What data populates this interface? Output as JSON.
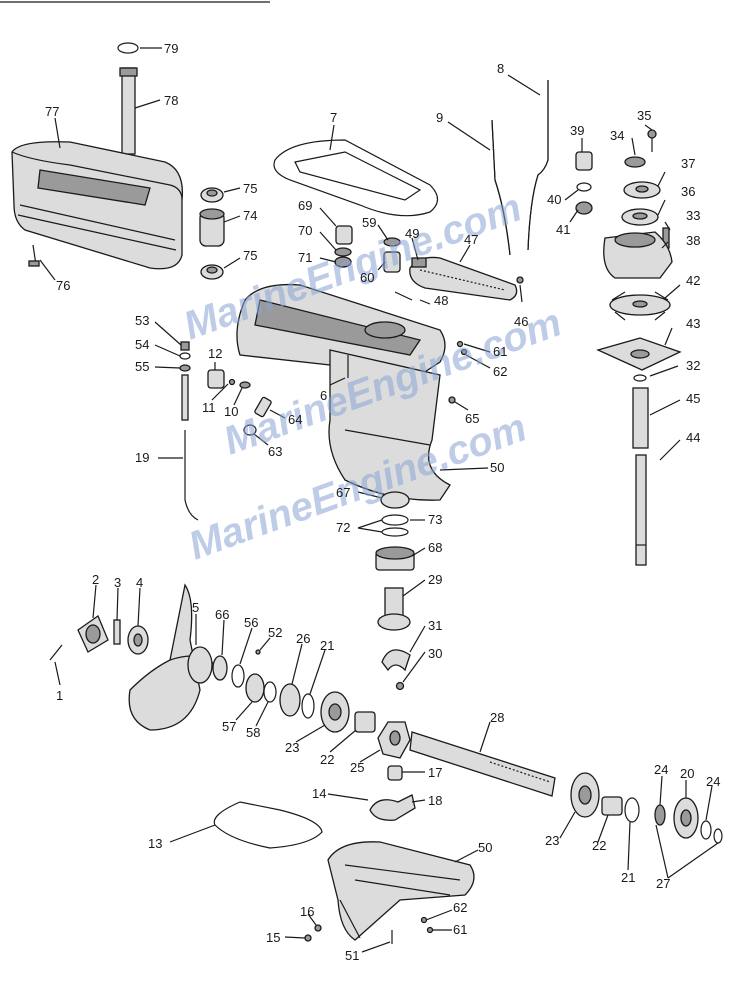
{
  "watermark": {
    "text": "MarineEngine.com",
    "color": "#8aa4d6"
  },
  "callouts": [
    {
      "id": "c79",
      "text": "79"
    },
    {
      "id": "c78",
      "text": "78"
    },
    {
      "id": "c77",
      "text": "77"
    },
    {
      "id": "c76",
      "text": "76"
    },
    {
      "id": "c75a",
      "text": "75"
    },
    {
      "id": "c74",
      "text": "74"
    },
    {
      "id": "c75b",
      "text": "75"
    },
    {
      "id": "c7",
      "text": "7"
    },
    {
      "id": "c69",
      "text": "69"
    },
    {
      "id": "c70",
      "text": "70"
    },
    {
      "id": "c71",
      "text": "71"
    },
    {
      "id": "c59",
      "text": "59"
    },
    {
      "id": "c49",
      "text": "49"
    },
    {
      "id": "c60",
      "text": "60"
    },
    {
      "id": "c8",
      "text": "8"
    },
    {
      "id": "c9",
      "text": "9"
    },
    {
      "id": "c47",
      "text": "47"
    },
    {
      "id": "c48",
      "text": "48"
    },
    {
      "id": "c46",
      "text": "46"
    },
    {
      "id": "c39",
      "text": "39"
    },
    {
      "id": "c40",
      "text": "40"
    },
    {
      "id": "c41",
      "text": "41"
    },
    {
      "id": "c35",
      "text": "35"
    },
    {
      "id": "c34",
      "text": "34"
    },
    {
      "id": "c37",
      "text": "37"
    },
    {
      "id": "c36",
      "text": "36"
    },
    {
      "id": "c33",
      "text": "33"
    },
    {
      "id": "c38",
      "text": "38"
    },
    {
      "id": "c42",
      "text": "42"
    },
    {
      "id": "c43",
      "text": "43"
    },
    {
      "id": "c32",
      "text": "32"
    },
    {
      "id": "c45",
      "text": "45"
    },
    {
      "id": "c44",
      "text": "44"
    },
    {
      "id": "c53",
      "text": "53"
    },
    {
      "id": "c54",
      "text": "54"
    },
    {
      "id": "c55",
      "text": "55"
    },
    {
      "id": "c12",
      "text": "12"
    },
    {
      "id": "c11",
      "text": "11"
    },
    {
      "id": "c10",
      "text": "10"
    },
    {
      "id": "c6",
      "text": "6"
    },
    {
      "id": "c64",
      "text": "64"
    },
    {
      "id": "c63",
      "text": "63"
    },
    {
      "id": "c61a",
      "text": "61"
    },
    {
      "id": "c62a",
      "text": "62"
    },
    {
      "id": "c65",
      "text": "65"
    },
    {
      "id": "c19",
      "text": "19"
    },
    {
      "id": "c50a",
      "text": "50"
    },
    {
      "id": "c67",
      "text": "67"
    },
    {
      "id": "c73",
      "text": "73"
    },
    {
      "id": "c72",
      "text": "72"
    },
    {
      "id": "c68",
      "text": "68"
    },
    {
      "id": "c29",
      "text": "29"
    },
    {
      "id": "c31",
      "text": "31"
    },
    {
      "id": "c30",
      "text": "30"
    },
    {
      "id": "c2",
      "text": "2"
    },
    {
      "id": "c3",
      "text": "3"
    },
    {
      "id": "c4",
      "text": "4"
    },
    {
      "id": "c5",
      "text": "5"
    },
    {
      "id": "c66",
      "text": "66"
    },
    {
      "id": "c56",
      "text": "56"
    },
    {
      "id": "c52",
      "text": "52"
    },
    {
      "id": "c26",
      "text": "26"
    },
    {
      "id": "c21a",
      "text": "21"
    },
    {
      "id": "c1",
      "text": "1"
    },
    {
      "id": "c57",
      "text": "57"
    },
    {
      "id": "c58",
      "text": "58"
    },
    {
      "id": "c23a",
      "text": "23"
    },
    {
      "id": "c22a",
      "text": "22"
    },
    {
      "id": "c25",
      "text": "25"
    },
    {
      "id": "c28",
      "text": "28"
    },
    {
      "id": "c17",
      "text": "17"
    },
    {
      "id": "c14",
      "text": "14"
    },
    {
      "id": "c18",
      "text": "18"
    },
    {
      "id": "c13",
      "text": "13"
    },
    {
      "id": "c23b",
      "text": "23"
    },
    {
      "id": "c22b",
      "text": "22"
    },
    {
      "id": "c24a",
      "text": "24"
    },
    {
      "id": "c20",
      "text": "20"
    },
    {
      "id": "c24b",
      "text": "24"
    },
    {
      "id": "c21b",
      "text": "21"
    },
    {
      "id": "c27",
      "text": "27"
    },
    {
      "id": "c50b",
      "text": "50"
    },
    {
      "id": "c16",
      "text": "16"
    },
    {
      "id": "c62b",
      "text": "62"
    },
    {
      "id": "c15",
      "text": "15"
    },
    {
      "id": "c61b",
      "text": "61"
    },
    {
      "id": "c51",
      "text": "51"
    }
  ]
}
